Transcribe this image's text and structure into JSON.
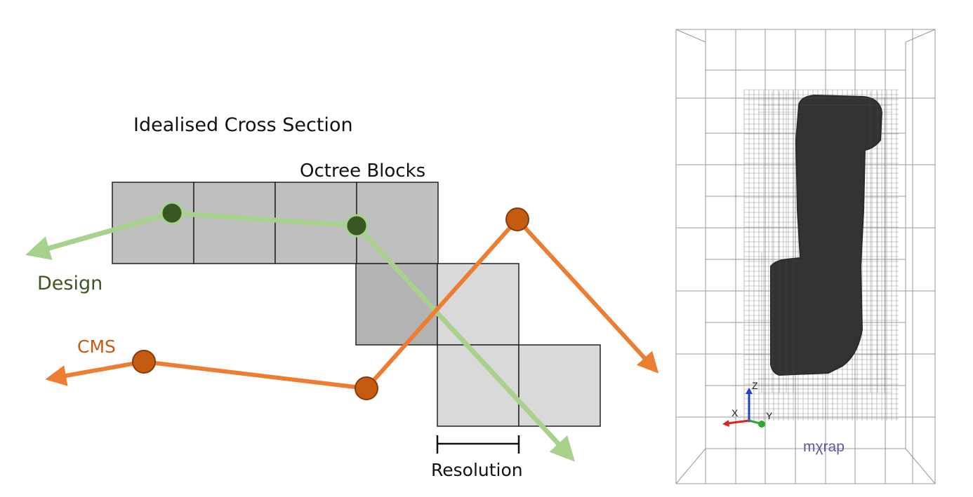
{
  "diagram": {
    "title": "Idealised Cross Section",
    "blocks_label": "Octree Blocks",
    "design_label": "Design",
    "cms_label": "CMS",
    "resolution_label": "Resolution",
    "colors": {
      "design_line": "#a9d18e",
      "design_node": "#385723",
      "cms_line": "#ed7d31",
      "cms_node": "#c55a11",
      "block_dark": "#bfbfbf",
      "block_light": "#d9d9d9",
      "design_text": "#385723",
      "cms_text": "#c55a11"
    }
  },
  "model_view": {
    "axis_z": "Z",
    "axis_x": "X",
    "axis_y": "Y",
    "brand": "mχrap",
    "colors": {
      "axis_z": "#1f3fcf",
      "axis_x": "#e0201e",
      "axis_y": "#2ea82e",
      "solid": "#333333",
      "brand": "#5a5aa8",
      "wire": "#9a9a9a"
    }
  }
}
